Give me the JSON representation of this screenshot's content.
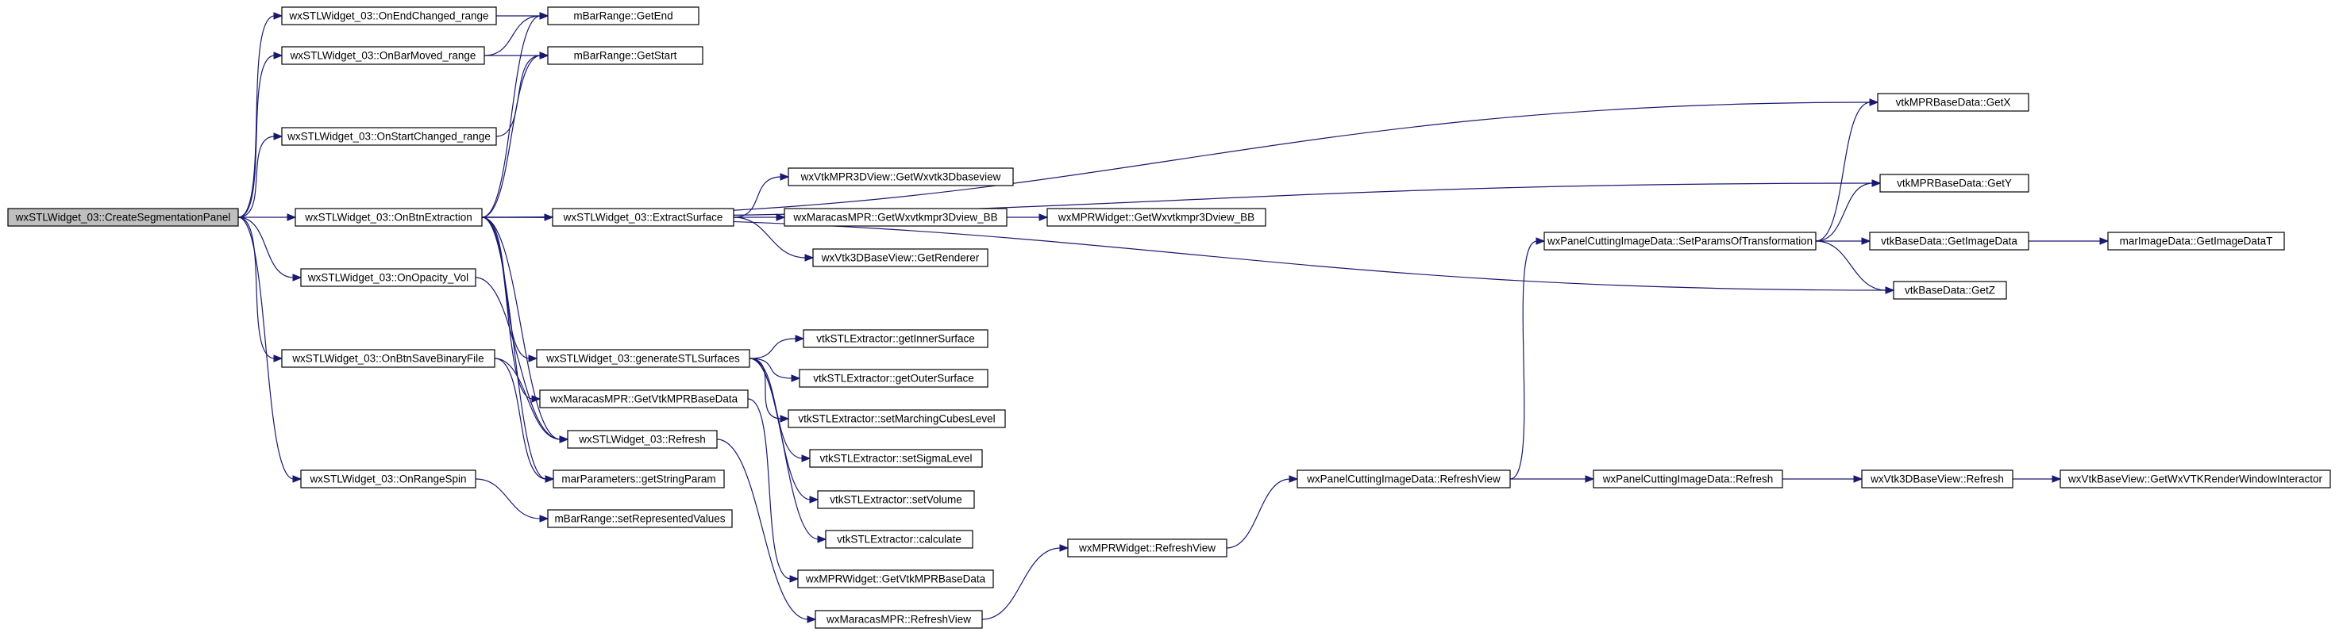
{
  "graph": {
    "nodes": [
      {
        "id": "createSegPanel",
        "label": "wxSTLWidget_03::CreateSegmentationPanel",
        "root": true
      },
      {
        "id": "onEndChanged",
        "label": "wxSTLWidget_03::OnEndChanged_range"
      },
      {
        "id": "onBarMoved",
        "label": "wxSTLWidget_03::OnBarMoved_range"
      },
      {
        "id": "onStartChanged",
        "label": "wxSTLWidget_03::OnStartChanged_range"
      },
      {
        "id": "onBtnExtraction",
        "label": "wxSTLWidget_03::OnBtnExtraction"
      },
      {
        "id": "onOpacityVol",
        "label": "wxSTLWidget_03::OnOpacity_Vol"
      },
      {
        "id": "onBtnSaveBinary",
        "label": "wxSTLWidget_03::OnBtnSaveBinaryFile"
      },
      {
        "id": "onRangeSpin",
        "label": "wxSTLWidget_03::OnRangeSpin"
      },
      {
        "id": "getEnd",
        "label": "mBarRange::GetEnd"
      },
      {
        "id": "getStart",
        "label": "mBarRange::GetStart"
      },
      {
        "id": "extractSurface",
        "label": "wxSTLWidget_03::ExtractSurface"
      },
      {
        "id": "generateSTL",
        "label": "wxSTLWidget_03::generateSTLSurfaces"
      },
      {
        "id": "getVtkMPRBaseData",
        "label": "wxMaracasMPR::GetVtkMPRBaseData"
      },
      {
        "id": "stlRefresh",
        "label": "wxSTLWidget_03::Refresh"
      },
      {
        "id": "getStringParam",
        "label": "marParameters::getStringParam"
      },
      {
        "id": "setRepresented",
        "label": "mBarRange::setRepresentedValues"
      },
      {
        "id": "getWxvtk3D",
        "label": "wxVtkMPR3DView::GetWxvtk3Dbaseview"
      },
      {
        "id": "maracasGetWx",
        "label": "wxMaracasMPR::GetWxvtkmpr3Dview_BB"
      },
      {
        "id": "getRenderer",
        "label": "wxVtk3DBaseView::GetRenderer"
      },
      {
        "id": "mprWidgetGetWx",
        "label": "wxMPRWidget::GetWxvtkmpr3Dview_BB"
      },
      {
        "id": "getInner",
        "label": "vtkSTLExtractor::getInnerSurface"
      },
      {
        "id": "getOuter",
        "label": "vtkSTLExtractor::getOuterSurface"
      },
      {
        "id": "setMarching",
        "label": "vtkSTLExtractor::setMarchingCubesLevel"
      },
      {
        "id": "setSigma",
        "label": "vtkSTLExtractor::setSigmaLevel"
      },
      {
        "id": "setVolume",
        "label": "vtkSTLExtractor::setVolume"
      },
      {
        "id": "calculate",
        "label": "vtkSTLExtractor::calculate"
      },
      {
        "id": "mprGetVtkBase",
        "label": "wxMPRWidget::GetVtkMPRBaseData"
      },
      {
        "id": "maracasRefreshView",
        "label": "wxMaracasMPR::RefreshView"
      },
      {
        "id": "mprRefreshView",
        "label": "wxMPRWidget::RefreshView"
      },
      {
        "id": "panelRefreshView",
        "label": "wxPanelCuttingImageData::RefreshView"
      },
      {
        "id": "panelRefresh",
        "label": "wxPanelCuttingImageData::Refresh"
      },
      {
        "id": "vtk3DRefresh",
        "label": "wxVtk3DBaseView::Refresh"
      },
      {
        "id": "getRenderWin",
        "label": "wxVtkBaseView::GetWxVTKRenderWindowInteractor"
      },
      {
        "id": "setParams",
        "label": "wxPanelCuttingImageData::SetParamsOfTransformation"
      },
      {
        "id": "getX",
        "label": "vtkMPRBaseData::GetX"
      },
      {
        "id": "getY",
        "label": "vtkMPRBaseData::GetY"
      },
      {
        "id": "getImageData",
        "label": "vtkBaseData::GetImageData"
      },
      {
        "id": "getImageDataT",
        "label": "marImageData::GetImageDataT"
      },
      {
        "id": "getZ",
        "label": "vtkBaseData::GetZ"
      }
    ],
    "edges": [
      [
        "createSegPanel",
        "onEndChanged"
      ],
      [
        "createSegPanel",
        "onBarMoved"
      ],
      [
        "createSegPanel",
        "onStartChanged"
      ],
      [
        "createSegPanel",
        "onBtnExtraction"
      ],
      [
        "createSegPanel",
        "onOpacityVol"
      ],
      [
        "createSegPanel",
        "onBtnSaveBinary"
      ],
      [
        "createSegPanel",
        "onRangeSpin"
      ],
      [
        "onEndChanged",
        "getEnd"
      ],
      [
        "onBarMoved",
        "getEnd"
      ],
      [
        "onBarMoved",
        "getStart"
      ],
      [
        "onStartChanged",
        "getStart"
      ],
      [
        "onBtnExtraction",
        "getEnd"
      ],
      [
        "onBtnExtraction",
        "getStart"
      ],
      [
        "onBtnExtraction",
        "getX"
      ],
      [
        "onBtnExtraction",
        "getY"
      ],
      [
        "onBtnExtraction",
        "extractSurface"
      ],
      [
        "onBtnExtraction",
        "getZ"
      ],
      [
        "onBtnExtraction",
        "generateSTL"
      ],
      [
        "onBtnExtraction",
        "getVtkMPRBaseData"
      ],
      [
        "onBtnExtraction",
        "stlRefresh"
      ],
      [
        "onBtnExtraction",
        "getStringParam"
      ],
      [
        "extractSurface",
        "getWxvtk3D"
      ],
      [
        "extractSurface",
        "maracasGetWx"
      ],
      [
        "extractSurface",
        "getRenderer"
      ],
      [
        "maracasGetWx",
        "mprWidgetGetWx"
      ],
      [
        "generateSTL",
        "getInner"
      ],
      [
        "generateSTL",
        "getOuter"
      ],
      [
        "generateSTL",
        "setMarching"
      ],
      [
        "generateSTL",
        "setSigma"
      ],
      [
        "generateSTL",
        "setVolume"
      ],
      [
        "generateSTL",
        "calculate"
      ],
      [
        "getVtkMPRBaseData",
        "mprGetVtkBase"
      ],
      [
        "onOpacityVol",
        "stlRefresh"
      ],
      [
        "onBtnSaveBinary",
        "stlRefresh"
      ],
      [
        "onBtnSaveBinary",
        "getStringParam"
      ],
      [
        "stlRefresh",
        "maracasRefreshView"
      ],
      [
        "maracasRefreshView",
        "mprRefreshView"
      ],
      [
        "mprRefreshView",
        "panelRefreshView"
      ],
      [
        "panelRefreshView",
        "panelRefresh"
      ],
      [
        "panelRefreshView",
        "setParams"
      ],
      [
        "panelRefresh",
        "vtk3DRefresh"
      ],
      [
        "vtk3DRefresh",
        "getRenderWin"
      ],
      [
        "setParams",
        "getX"
      ],
      [
        "setParams",
        "getY"
      ],
      [
        "setParams",
        "getImageData"
      ],
      [
        "setParams",
        "getZ"
      ],
      [
        "getImageData",
        "getImageDataT"
      ],
      [
        "onRangeSpin",
        "setRepresented"
      ]
    ]
  }
}
